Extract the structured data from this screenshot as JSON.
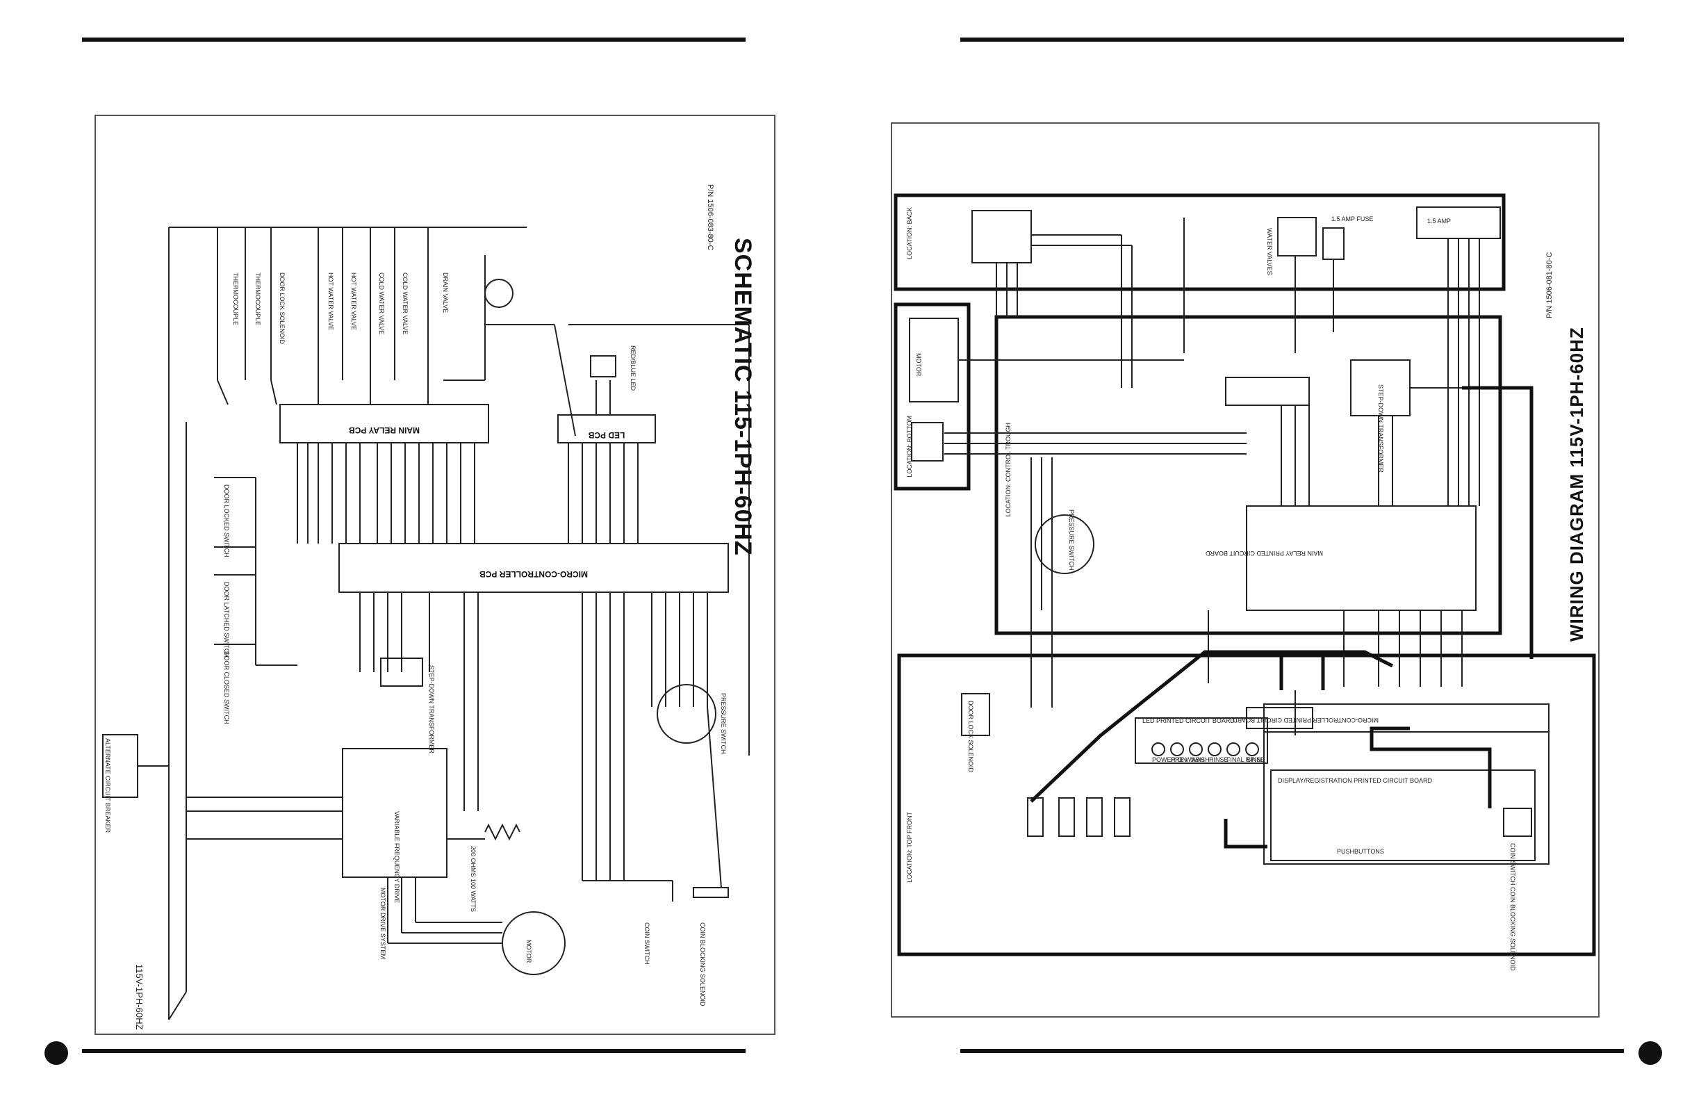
{
  "left_sheet": {
    "title": "SCHEMATIC 115-1PH-60HZ",
    "subtitle": "115V-1PH-60HZ",
    "part_number": "P/N 1506-083-80-C",
    "boxes": {
      "main_relay": "MAIN RELAY PCB",
      "led_pcb": "LED PCB",
      "micro": "MICRO-CONTROLLER PCB",
      "vfd": "VARIABLE FREQUENCY DRIVE",
      "motor": "MOTOR"
    },
    "components": [
      "THERMOCOUPLE",
      "THERMOCOUPLE",
      "DOOR LOCK SOLENOID",
      "HOT WATER VALVE",
      "HOT WATER VALVE",
      "COLD WATER VALVE",
      "COLD WATER VALVE",
      "DRAIN VALVE",
      "ALTERNATE CIRCUIT BREAKER",
      "DOOR LOCKED SWITCH",
      "DOOR LATCHED SWITCH",
      "DOOR CLOSED SWITCH",
      "STEP-DOWN TRANSFORMER",
      "PRESSURE SWITCH",
      "COIN SWITCH",
      "COIN BLOCKING SOLENOID",
      "MOTOR DRIVE SYSTEM",
      "200 OHMS 100 WATTS",
      "RED/BLUE LED"
    ]
  },
  "right_sheet": {
    "title": "WIRING DIAGRAM 115V-1PH-60HZ",
    "part_number": "P/N 1506-081-80-C",
    "locations": [
      "LOCATION: BACK",
      "LOCATION: BOTTOM",
      "LOCATION: CONTROL TROUGH",
      "LOCATION: TOP FRONT"
    ],
    "boards": {
      "main_relay": "MAIN RELAY PRINTED CIRCUIT BOARD",
      "led_board": "LED PRINTED CIRCUIT BOARD",
      "display": "DISPLAY/REGISTRATION PRINTED CIRCUIT BOARD",
      "micro": "MICRO-CONTROLLER PRINTED CIRCUIT BOARD",
      "transformer": "STEP-DOWN TRANSFORMER",
      "motor": "MOTOR",
      "fuse1": "1.5 AMP",
      "fuse2": "1.5 AMP FUSE",
      "water_valves": "WATER VALVES",
      "pushbuttons": "PUSHBUTTONS",
      "pressure": "PRESSURE SWITCH",
      "door_lock": "DOOR LOCK SOLENOID",
      "coin": "COIN SWITCH COIN BLOCKING SOLENOID"
    },
    "led_labels": [
      "POWER ON",
      "PRE WASH",
      "WASH",
      "RINSE",
      "FINAL RINSE",
      "SPIN"
    ]
  }
}
